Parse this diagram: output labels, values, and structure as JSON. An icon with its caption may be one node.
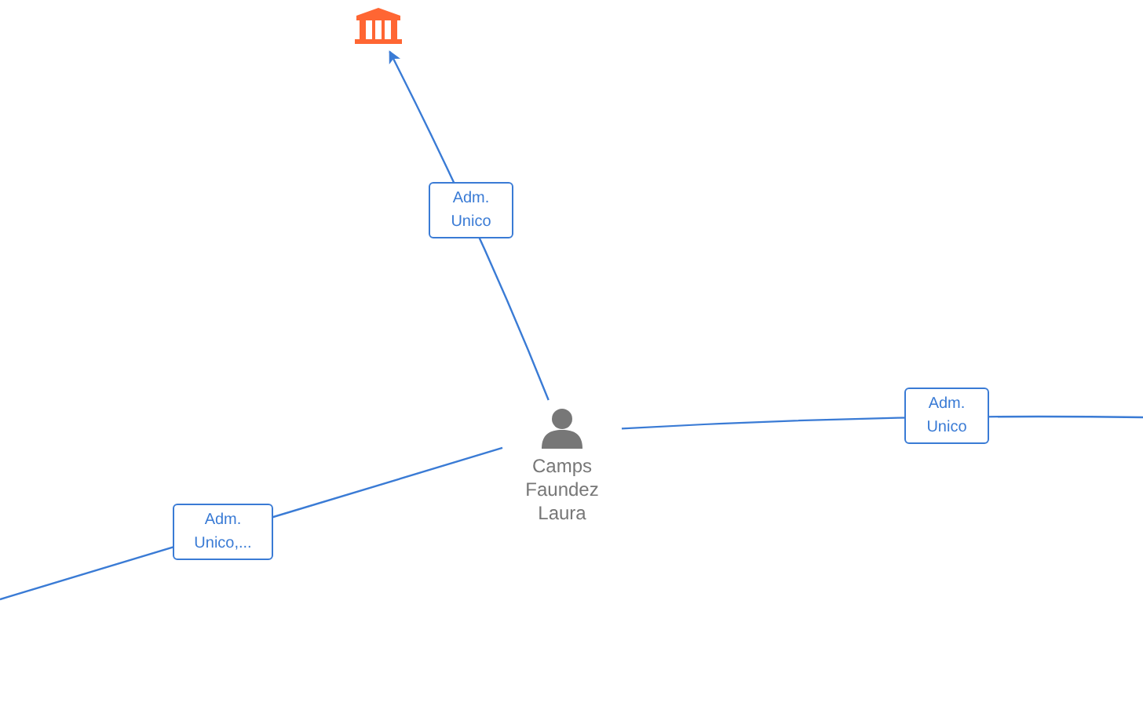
{
  "diagram": {
    "nodes": [
      {
        "text": [],
        "shape": "building"
      },
      {
        "text": [
          "Camps Faundez Laura"
        ]
      }
    ],
    "edges": [
      {
        "from": 1,
        "to": 0,
        "arrow": "to",
        "label": "Adm. Unico"
      },
      {
        "from": 1,
        "to": null,
        "arrow": "none",
        "label": "Adm. Unico"
      },
      {
        "from": 1,
        "to": null,
        "arrow": "none",
        "label": "Adm. Unico,..."
      }
    ]
  }
}
